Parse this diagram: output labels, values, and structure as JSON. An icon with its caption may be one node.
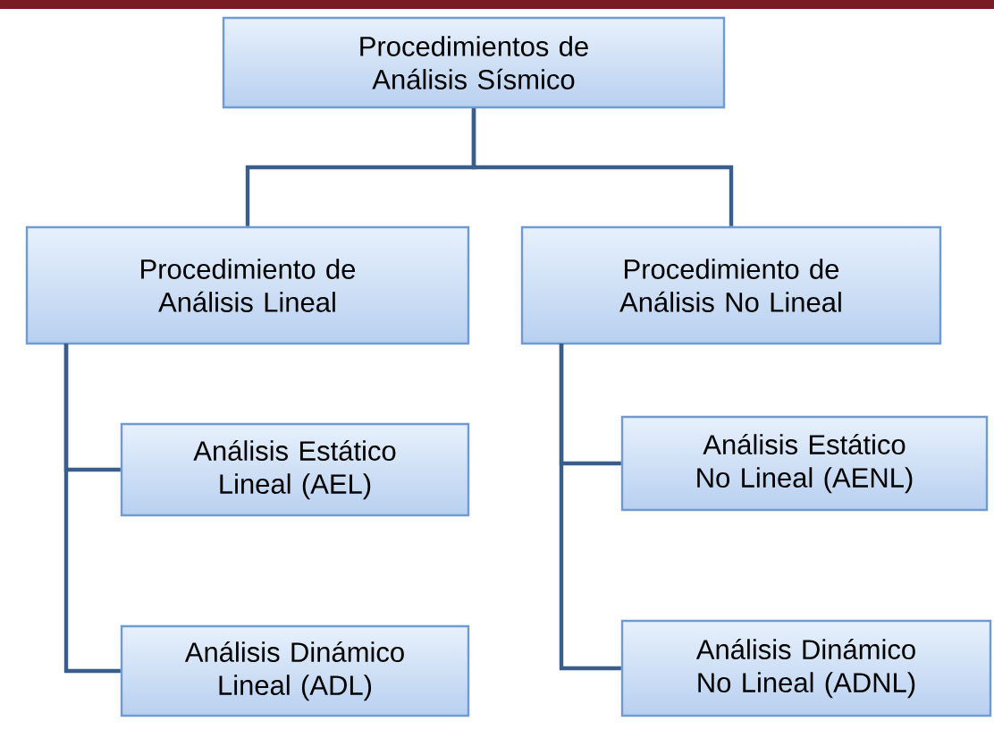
{
  "diagram": {
    "nodes": [
      {
        "text": [
          "Procedimientos de Análisis Sísmico"
        ]
      },
      {
        "text": [
          "Procedimiento de Análisis Lineal"
        ]
      },
      {
        "text": [
          "Procedimiento de Análisis No Lineal"
        ]
      },
      {
        "text": [
          "Análisis Estático Lineal (AEL)"
        ]
      },
      {
        "text": [
          "Análisis Dinámico Lineal (ADL)"
        ]
      },
      {
        "text": [
          "Análisis Estático No Lineal (AENL)"
        ]
      },
      {
        "text": [
          "Análisis Dinámico No Lineal (ADNL)"
        ]
      }
    ],
    "edges": [
      {
        "from": 0,
        "to": 1,
        "arrow": "none"
      },
      {
        "from": 0,
        "to": 2,
        "arrow": "none"
      },
      {
        "from": 1,
        "to": 3,
        "arrow": "none"
      },
      {
        "from": 1,
        "to": 4,
        "arrow": "none"
      },
      {
        "from": 2,
        "to": 5,
        "arrow": "none"
      },
      {
        "from": 2,
        "to": 6,
        "arrow": "none"
      }
    ]
  }
}
